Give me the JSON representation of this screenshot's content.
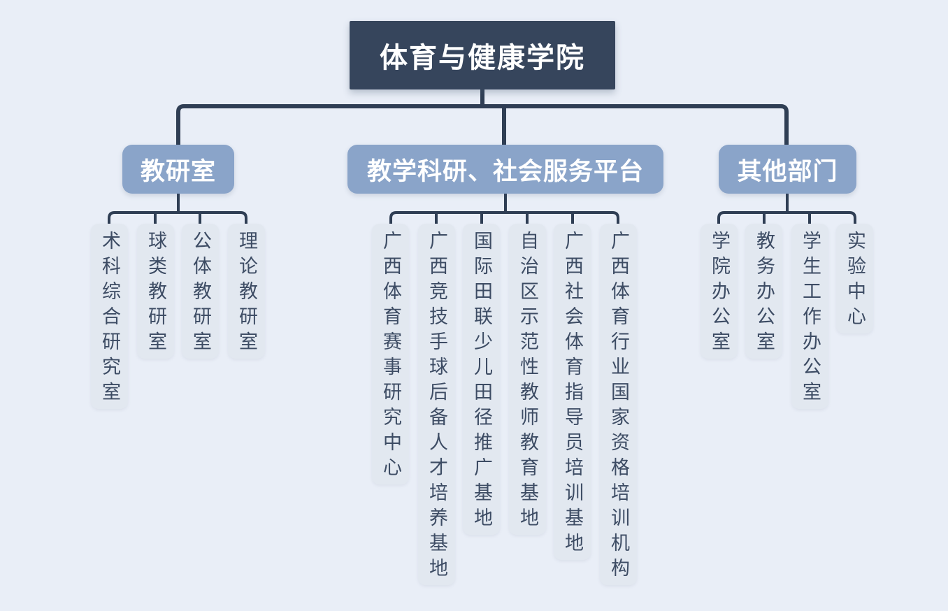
{
  "diagram": {
    "type": "org-chart",
    "root": {
      "label": "体育与健康学院"
    },
    "branches": [
      {
        "label": "教研室",
        "children": [
          {
            "label": "术科综合研究室"
          },
          {
            "label": "球类教研室"
          },
          {
            "label": "公体教研室"
          },
          {
            "label": "理论教研室"
          }
        ]
      },
      {
        "label": "教学科研、社会服务平台",
        "children": [
          {
            "label": "广西体育赛事研究中心"
          },
          {
            "label": "广西竞技手球后备人才培养基地"
          },
          {
            "label": "国际田联少儿田径推广基地"
          },
          {
            "label": "自治区示范性教师教育基地"
          },
          {
            "label": "广西社会体育指导员培训基地"
          },
          {
            "label": "广西体育行业国家资格培训机构"
          }
        ]
      },
      {
        "label": "其他部门",
        "children": [
          {
            "label": "学院办公室"
          },
          {
            "label": "教务办公室"
          },
          {
            "label": "学生工作办公室"
          },
          {
            "label": "实验中心"
          }
        ]
      }
    ],
    "colors": {
      "background": "#e9eef7",
      "root_fill": "#36455c",
      "root_text": "#ffffff",
      "branch_fill": "#8aa4c9",
      "branch_text": "#ffffff",
      "leaf_fill": "#e2e8f0",
      "leaf_text": "#3d4c64",
      "connector": "#2f3e54"
    }
  }
}
